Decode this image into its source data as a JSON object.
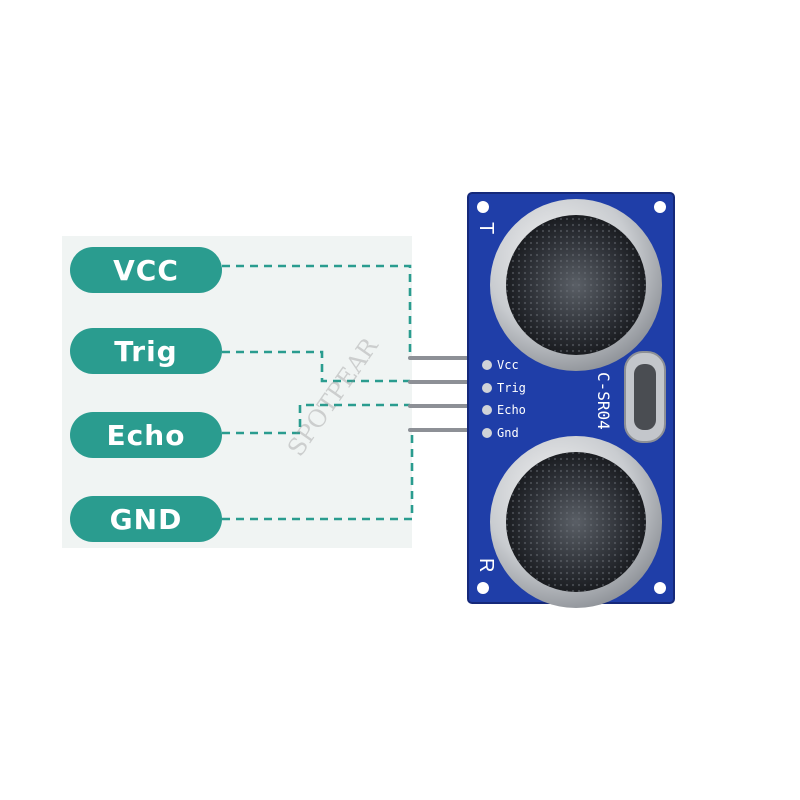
{
  "pins": [
    {
      "label": "VCC"
    },
    {
      "label": "Trig"
    },
    {
      "label": "Echo"
    },
    {
      "label": "GND"
    }
  ],
  "board": {
    "pin_labels": [
      "Vcc",
      "Trig",
      "Echo",
      "Gnd"
    ],
    "model": "C-SR04",
    "transmitter_mark": "T",
    "receiver_mark": "R"
  },
  "watermark": "SPOTPEAR",
  "colors": {
    "pill": "#2a9c8f",
    "wire": "#2a9c8f",
    "pcb": "#1f3ea8",
    "panel": "#f0f4f3"
  }
}
